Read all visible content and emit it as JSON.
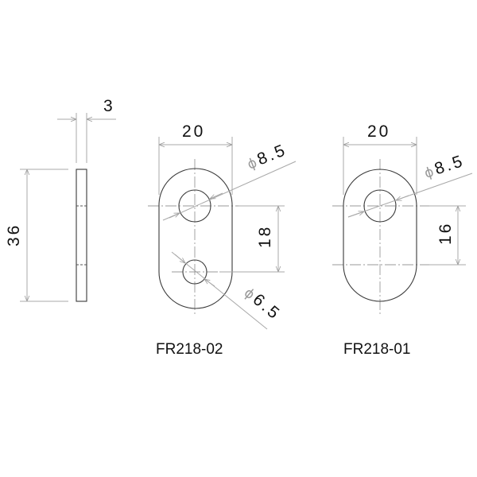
{
  "side_view": {
    "thickness_dim": "3",
    "height_dim": "36"
  },
  "part_02": {
    "label": "FR218-02",
    "width_dim": "20",
    "hole_spacing_dim": "18",
    "upper_hole": {
      "phi": "ϕ",
      "value": "8.5"
    },
    "lower_hole": {
      "phi": "ϕ",
      "value": "6.5"
    }
  },
  "part_01": {
    "label": "FR218-01",
    "width_dim": "20",
    "slot_spacing_dim": "16",
    "hole": {
      "phi": "ϕ",
      "value": "8.5"
    }
  },
  "colors": {
    "outline": "#3a3a3a",
    "dimension": "#a8a8a8",
    "text": "#111111"
  }
}
